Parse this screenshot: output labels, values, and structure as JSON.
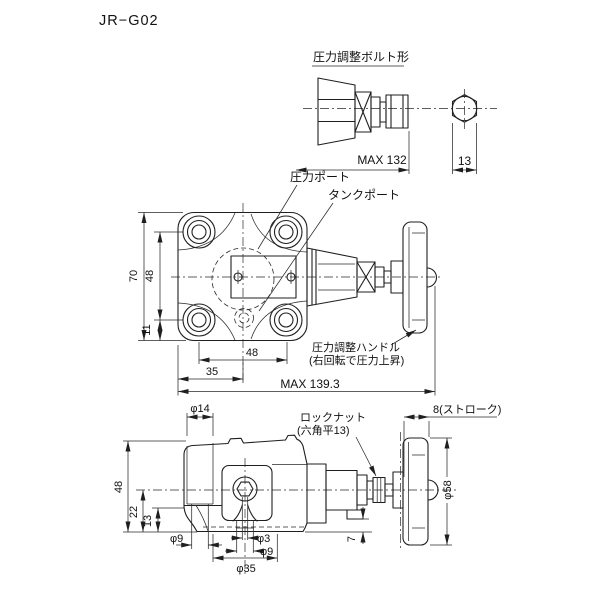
{
  "title": "JR−G02",
  "bolt_detail": {
    "heading": "圧力調整ボルト形",
    "max_length": "MAX 132",
    "across_flats": "13"
  },
  "plan": {
    "pressure_port": "圧力ポート",
    "tank_port": "タンクポート",
    "handle_label": "圧力調整ハンドル",
    "handle_note": "(右回転で圧力上昇)",
    "dim_height": "70",
    "dim_hole_v": "48",
    "dim_bottom": "11",
    "dim_hole_h": "48",
    "dim_left": "35",
    "dim_max": "MAX 139.3"
  },
  "side": {
    "locknut_label": "ロックナット",
    "locknut_note": "(六角平13)",
    "stroke_label": "8(ストローク)",
    "dim_height": "48",
    "dim_axis": "22",
    "dim_port": "13",
    "dim_boss": "φ14",
    "dim_hole_left": "φ9",
    "dim_hole_small": "φ3",
    "dim_hole_right": "φ9",
    "dim_base": "φ35",
    "dim_step": "7",
    "dim_handle": "φ58"
  },
  "colors": {
    "line": "#1f1f1f",
    "background": "#ffffff"
  }
}
